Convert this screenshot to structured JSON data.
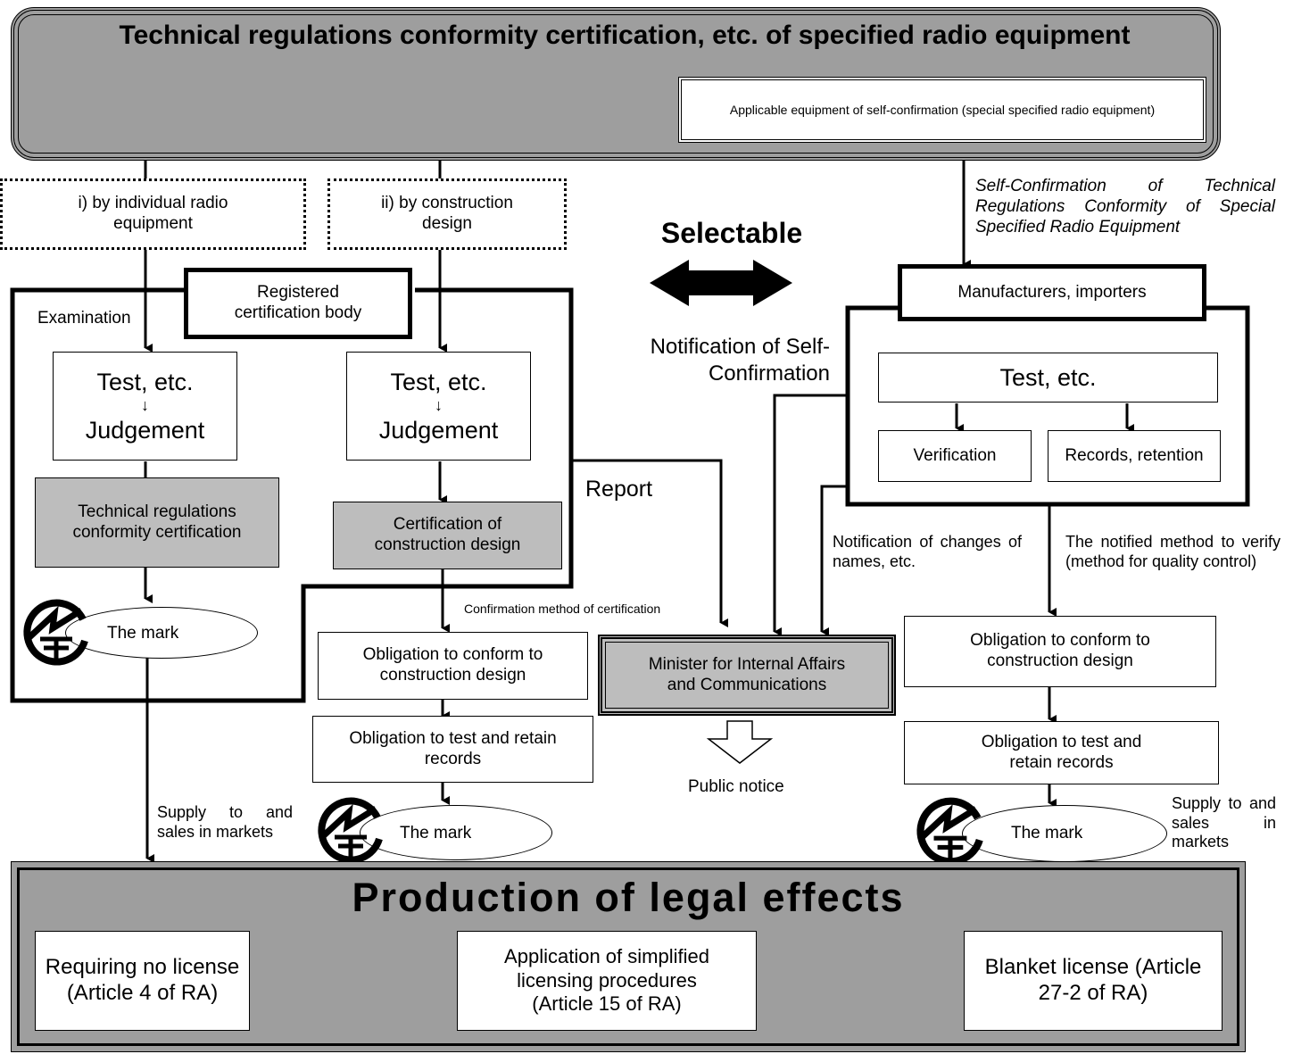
{
  "title": "Technical regulations conformity certification, etc. of specified radio equipment",
  "self_confirmation_equipment": "Applicable equipment of self-confirmation (special specified radio equipment)",
  "by_individual": "i) by individual radio equipment",
  "by_construction": "ii) by construction design",
  "selectable": "Selectable",
  "self_confirmation_caption": "Self-Confirmation of Technical Regulations Conformity of Special Specified Radio Equipment",
  "registered_body": "Registered certification body",
  "examination": "Examination",
  "test_etc": "Test, etc.",
  "arrow_down": "↓",
  "judgement": "Judgement",
  "tech_reg_cert": "Technical regulations conformity certification",
  "cert_construction": "Certification of construction design",
  "mark": "The mark",
  "report": "Report",
  "notification_self_conf": "Notification of Self-Confirmation",
  "manufacturers": "Manufacturers, importers",
  "verification": "Verification",
  "records_retention": "Records, retention",
  "notification_changes": "Notification of changes of names, etc.",
  "notified_method": "The notified method to verify (method for quality control)",
  "confirmation_method": "Confirmation method of certification",
  "obligation_conform": "Obligation to conform to construction design",
  "obligation_test": "Obligation to test and retain records",
  "minister": "Minister for Internal Affairs and Communications",
  "public_notice": "Public notice",
  "supply_left": "Supply to and sales in markets",
  "supply_right": "Supply to and sales in markets",
  "legal_effects": "Production of legal effects",
  "requiring_no_license": "Requiring no license (Article 4 of RA)",
  "simplified_licensing": "Application of simplified licensing procedures (Article 15 of RA)",
  "blanket_license": "Blanket license (Article 27-2 of RA)",
  "colors": {
    "header_grey": "#9e9e9e",
    "box_grey": "#bdbdbd",
    "line": "#000000"
  }
}
